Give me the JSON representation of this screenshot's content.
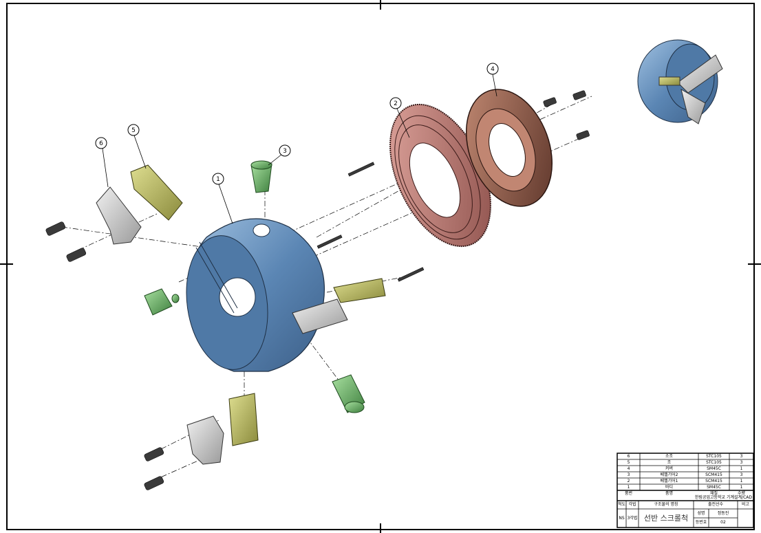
{
  "balloons": [
    "1",
    "2",
    "3",
    "4",
    "5",
    "6"
  ],
  "parts_list": {
    "header": {
      "no": "품번",
      "name": "품명",
      "material": "재질",
      "qty": "수량"
    },
    "rows": [
      {
        "no": "6",
        "name": "소조",
        "material": "STC105",
        "qty": "3"
      },
      {
        "no": "5",
        "name": "조",
        "material": "STC105",
        "qty": "3"
      },
      {
        "no": "4",
        "name": "커버",
        "material": "SM45C",
        "qty": "1"
      },
      {
        "no": "3",
        "name": "베벨기어2",
        "material": "SCM415",
        "qty": "3"
      },
      {
        "no": "2",
        "name": "베벨기어1",
        "material": "SCM415",
        "qty": "1"
      },
      {
        "no": "1",
        "name": "바디",
        "material": "SM45C",
        "qty": "1"
      }
    ]
  },
  "title_block": {
    "school": "한림공업고등학교 기계설계/CAD",
    "scale_label": "척도",
    "projection_label": "각법",
    "title_label": "구조물의 명칭",
    "competitor_label": "출전선수",
    "remark_label": "비고",
    "scale": "NS",
    "projection": "3각법",
    "title": "선반 스크롤척",
    "name_label": "성명",
    "name_value": "정동진",
    "number_label": "등번호",
    "number_value": "02"
  },
  "colors": {
    "body": "#5b86b4",
    "gear": "#b86f6a",
    "cover": "#7a4a3a",
    "jaw": "#b5b55a",
    "small_jaw": "#c9c9c9",
    "bevel": "#5aa35a",
    "bolt": "#333333"
  }
}
